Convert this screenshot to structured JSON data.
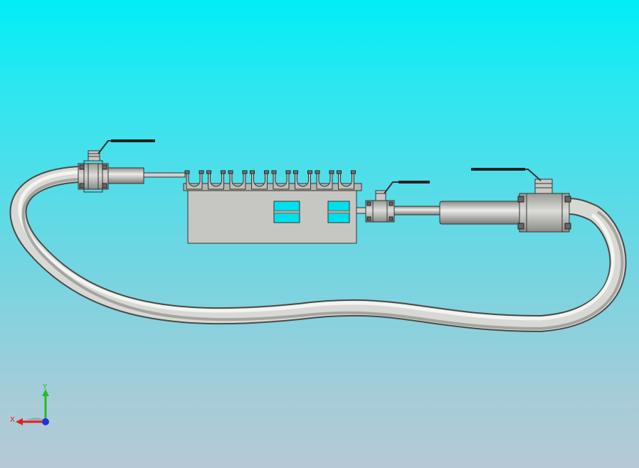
{
  "viewport": {
    "background_top": "#00eef6",
    "background_bottom": "#b6c8d6"
  },
  "model": {
    "components": [
      "hose",
      "ball-valve-left",
      "ball-valve-middle",
      "ball-valve-right",
      "bracket-rack",
      "rod",
      "cylinder"
    ]
  },
  "triad": {
    "x_label": "X",
    "y_label": "Y",
    "x_color": "#e02020",
    "y_color": "#20c020",
    "z_color": "#2030e0"
  }
}
